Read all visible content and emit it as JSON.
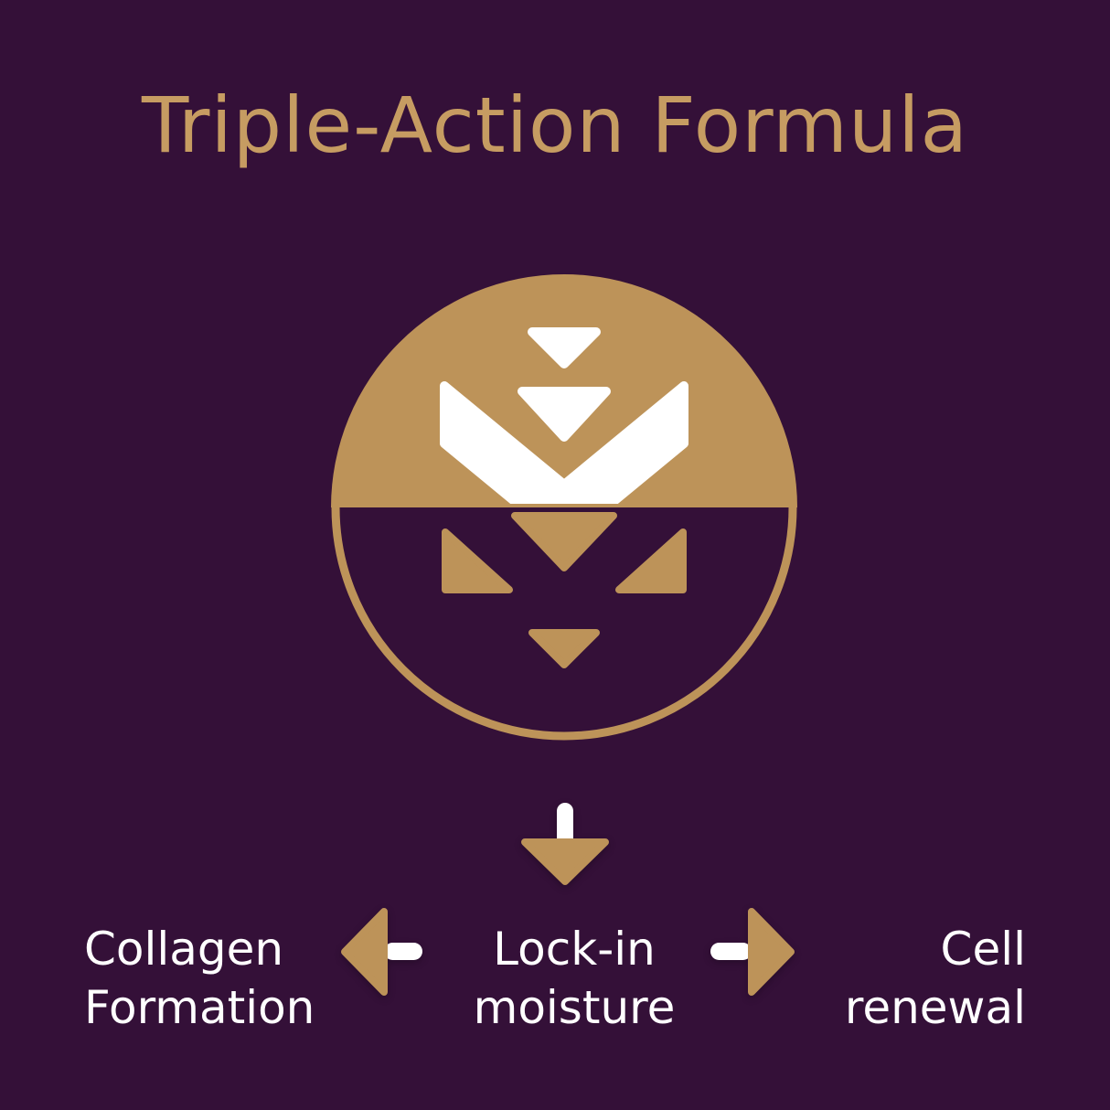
{
  "colors": {
    "bg": "#341038",
    "gold": "#bd9359",
    "gold-heading": "#c69c62",
    "white": "#ffffff"
  },
  "heading": {
    "title": "Triple-Action Formula"
  },
  "emblem": {
    "name": "half-gold-circle-chevron-emblem"
  },
  "flow": {
    "steps": [
      {
        "id": "collagen-formation",
        "line1": "Collagen",
        "line2": "Formation"
      },
      {
        "id": "lock-in-moisture",
        "line1": "Lock-in",
        "line2": "moisture"
      },
      {
        "id": "cell-renewal",
        "line1": "Cell",
        "line2": "renewal"
      }
    ]
  }
}
